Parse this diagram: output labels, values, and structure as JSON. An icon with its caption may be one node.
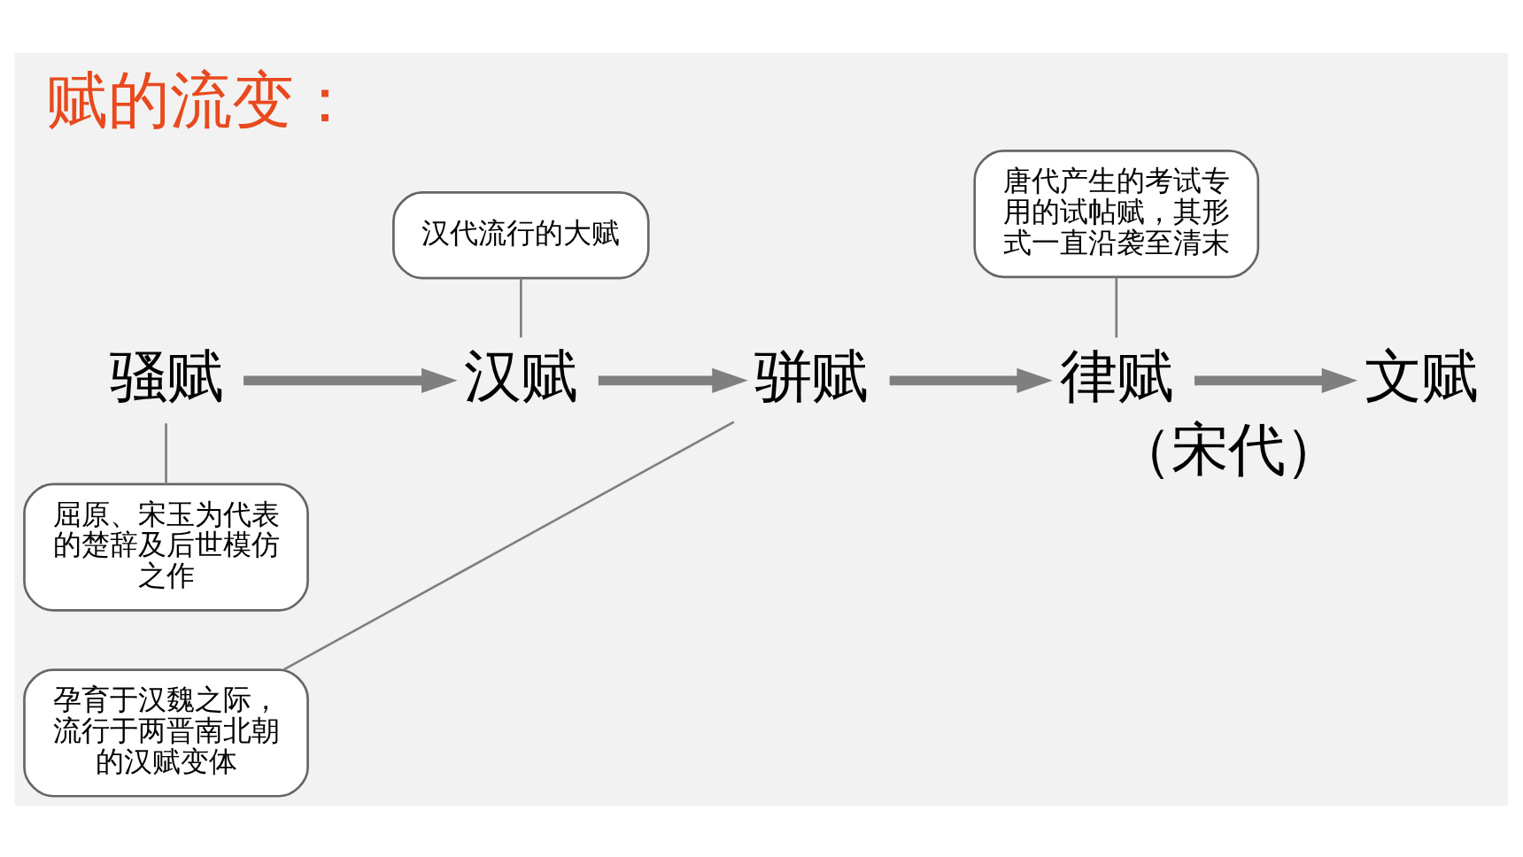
{
  "diagram": {
    "title": "赋的流变：",
    "nodes": [
      {
        "text": [
          "唐代产生的考试专用的试帖赋，其形式一直沿袭至清末"
        ]
      },
      {
        "text": [
          "汉代流行的大赋"
        ]
      },
      {
        "text": [
          "骚赋"
        ]
      },
      {
        "text": [
          "汉赋"
        ]
      },
      {
        "text": [
          "骈赋"
        ]
      },
      {
        "text": [
          "律赋"
        ]
      },
      {
        "text": [
          "文赋"
        ],
        "beside": [
          "（宋代）"
        ]
      },
      {
        "text": [
          "屈原、宋玉为代表的楚辞及后世模仿之作"
        ]
      },
      {
        "text": [
          "孕育于汉魏之际，流行于两晋南北朝的汉赋变体"
        ]
      }
    ],
    "edges": [
      {
        "from": 2,
        "to": 3,
        "arrow": "to",
        "style": "thick"
      },
      {
        "from": 3,
        "to": 4,
        "arrow": "to",
        "style": "thick"
      },
      {
        "from": 4,
        "to": 5,
        "arrow": "to",
        "style": "thick"
      },
      {
        "from": 5,
        "to": 6,
        "arrow": "to",
        "style": "thick"
      },
      {
        "from": 1,
        "to": 3,
        "arrow": "none"
      },
      {
        "from": 0,
        "to": 5,
        "arrow": "none"
      },
      {
        "from": 7,
        "to": 2,
        "arrow": "none"
      },
      {
        "from": 8,
        "to": 4,
        "arrow": "none"
      }
    ]
  }
}
